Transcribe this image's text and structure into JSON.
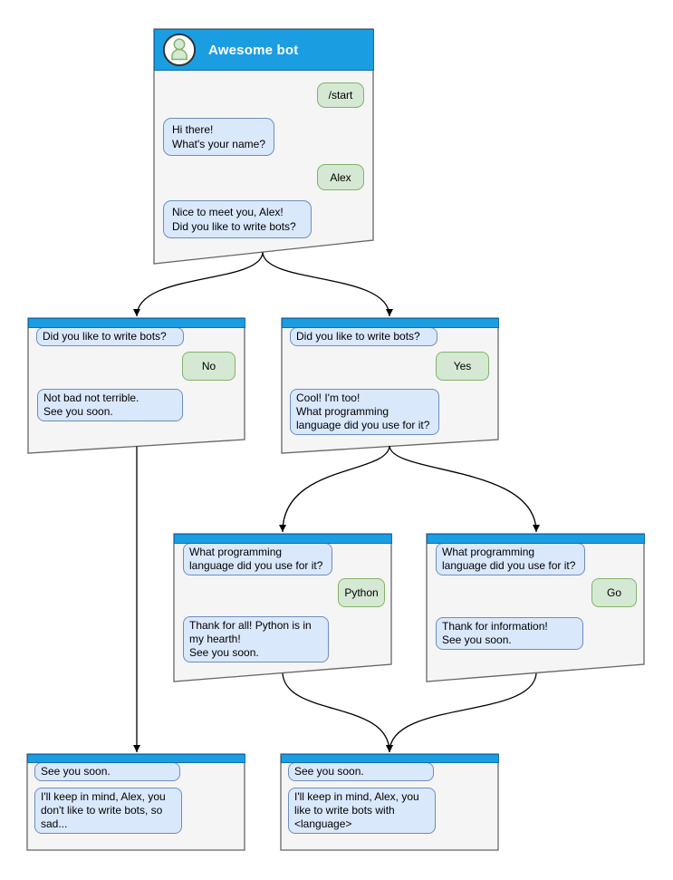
{
  "theme": {
    "header_fill": "#1B9DE2",
    "header_border": "#0E6EAE",
    "window_fill": "#F5F5F5",
    "window_border": "#666666",
    "bot_bubble_fill": "#DAE8FC",
    "bot_bubble_border": "#6C8EBF",
    "user_bubble_fill": "#D5E8D4",
    "user_bubble_border": "#82B366",
    "avatar_ring": "#2D2D2D",
    "arrow_color": "#000000"
  },
  "windows": {
    "main": {
      "title": "Awesome bot",
      "messages": {
        "start_cmd": "/start",
        "greet": "Hi there!\nWhat's your name?",
        "name_reply": "Alex",
        "ask_bots": "Nice to meet you, Alex!\nDid you like to write bots?"
      }
    },
    "branch_no": {
      "messages": {
        "question": "Did you like to write bots?",
        "answer": "No",
        "reply": "Not bad not terrible.\nSee you soon."
      }
    },
    "branch_yes": {
      "messages": {
        "question": "Did you like to write bots?",
        "answer": "Yes",
        "reply": "Cool! I'm too!\nWhat programming\nlanguage did you use for it?"
      }
    },
    "branch_python": {
      "messages": {
        "question": "What programming\nlanguage did you use for it?",
        "answer": "Python",
        "reply": "Thank for all! Python is in\nmy hearth!\nSee you soon."
      }
    },
    "branch_go": {
      "messages": {
        "question": "What programming\nlanguage did you use for it?",
        "answer": "Go",
        "reply": "Thank for information!\nSee you soon."
      }
    },
    "end_no": {
      "messages": {
        "farewell": "See you soon.",
        "summary": "I'll keep in mind, Alex, you\ndon't like to write bots, so\nsad..."
      }
    },
    "end_yes": {
      "messages": {
        "farewell": "See you soon.",
        "summary": "I'll keep in mind, Alex, you\nlike to write bots with\n<language>"
      }
    }
  }
}
